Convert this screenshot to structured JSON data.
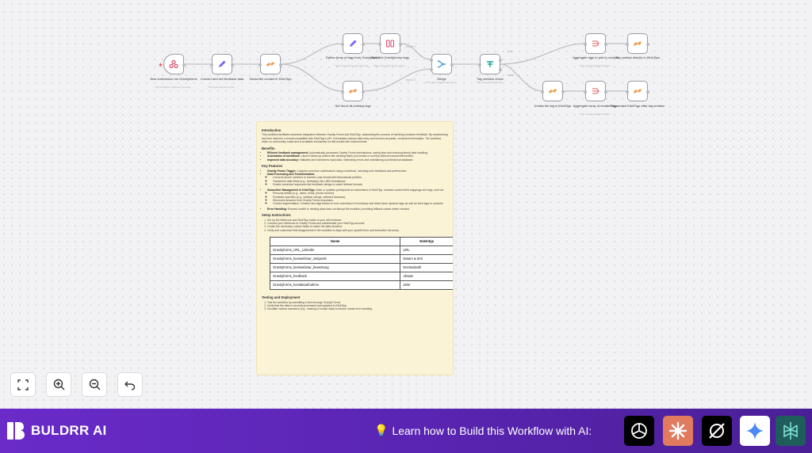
{
  "nodes": [
    {
      "id": "n1",
      "label": "New submission via Gravityforms",
      "sub": "This workflow / webhook receives..."
    },
    {
      "id": "n2",
      "label": "Convert and set feedback data",
      "sub": "This node transforms the..."
    },
    {
      "id": "n3",
      "label": "Subscribe contact in KlickTipp",
      "sub": ""
    },
    {
      "id": "n4",
      "label": "Define Array of tags from Gravityforms",
      "sub": "This node defines tags from the ..."
    },
    {
      "id": "n5",
      "label": "Split Out Gravityforms tags",
      "sub": "This node splits out the entire..."
    },
    {
      "id": "n6",
      "label": "Get list of all existing tags",
      "sub": ""
    },
    {
      "id": "n7",
      "label": "Merge",
      "sub": "This node merges the tags o..."
    },
    {
      "id": "n8",
      "label": "Tag creation check",
      "sub": "This node checks for the..."
    },
    {
      "id": "n9",
      "label": "Aggregate tags to add to contact",
      "sub": "This node aggregates all the..."
    },
    {
      "id": "n10",
      "label": "Tag contact directly in KlickTipp",
      "sub": ""
    },
    {
      "id": "n11",
      "label": "Create the tag in KlickTipp",
      "sub": ""
    },
    {
      "id": "n12",
      "label": "Aggregate array of created tags",
      "sub": "This node aggregates all the..."
    },
    {
      "id": "n13",
      "label": "Tag contact KlickTipp after tag creation",
      "sub": ""
    }
  ],
  "note": {
    "intro_title": "Introduction",
    "intro_text": "This workflow facilitates seamless integration between Gravity Forms and KlickTipp, automating the process of handling customer feedback. By transforming raw form data into a format compatible with KlickTipp's API, it eliminates manual data entry and ensures accurate, consistent information. The workflow relies on community nodes and is available exclusively for self-hosted n8n environments.",
    "benefits_title": "Benefits",
    "benefits": [
      {
        "b": "Efficient feedback management:",
        "t": " Automatically processes Gravity Forms submissions, saving time and ensuring timely data handling."
      },
      {
        "b": "Automation of workflows:",
        "t": " Launch follow-up actions like sending thank-you emails or surveys without manual intervention."
      },
      {
        "b": "Improved data accuracy:",
        "t": " Validates and transforms input data, minimizing errors and maintaining a professional database."
      }
    ],
    "features_title": "Key Features",
    "features": [
      {
        "b": "Gravity Forms Trigger:",
        "t": " Captures new form submissions using a webhook, including user feedback and preferences.",
        "sub": []
      },
      {
        "b": "Data Processing and Transformation:",
        "t": "",
        "sub": [
          "Converts phone numbers to numeric-only format with international prefixes.",
          "Transforms date fields (e.g., birthdays) into UNIX timestamps.",
          "Scales numerical responses like feedback ratings to match defined formats."
        ]
      },
      {
        "b": "Subscriber Management in KlickTipp:",
        "t": " Adds or updates participants as subscribers in KlickTipp. Includes custom field mappings and tags, such as:",
        "sub": [
          "Personal details (e.g., name, email, phone number).",
          "Feedback specifics (e.g., webinar ratings, selected sessions).",
          "Structured answers from Gravity Forms responses.",
          "Contact segmentation: Creates new tags based on form submission if necessary and adds these dynamic tags as well as fixed tags to contacts."
        ]
      },
      {
        "b": "Error Handling:",
        "t": " Ensures invalid or missing data does not disrupt the workflow, providing fallback values where needed.",
        "sub": []
      }
    ],
    "setup_title": "Setup Instructions",
    "setup": [
      "Set up the Webhook and KlickTipp nodes in your n8n instance.",
      "Connect your Webhook to Gravity Forms and authenticate your KlickTipp account.",
      "Create the necessary custom fields to match the data structure.",
      "Verify and customize field assignments in the workflow to align with your specific form and subscriber list setup."
    ],
    "table": {
      "headers": [
        "Name",
        "Datentyp"
      ],
      "rows": [
        [
          "Gravityforms_URL_Linkedin",
          "URL"
        ],
        [
          "Gravityforms_kurswebinar_zeitpunkt",
          "Datum & Zeit"
        ],
        [
          "Gravityforms_kurswebinar_bewertung",
          "Dezimalzahl"
        ],
        [
          "Gravityforms_feedback",
          "Absatz"
        ],
        [
          "Gravityforms_kontaktaufnahme",
          "Zeile"
        ]
      ]
    },
    "testing_title": "Testing and Deployment",
    "testing": [
      "Test the workflow by submitting a form through Gravity Forms.",
      "Verify that the data is correctly processed and updated in KlickTipp.",
      "Simulate various scenarios (e.g., missing or invalid data) to ensure robust error handling."
    ]
  },
  "controls": [
    {
      "name": "fit-view-button",
      "icon": "fullscreen-icon",
      "glyph": "⛶"
    },
    {
      "name": "zoom-in-button",
      "icon": "zoom-in-icon",
      "glyph": "+"
    },
    {
      "name": "zoom-out-button",
      "icon": "zoom-out-icon",
      "glyph": "−"
    },
    {
      "name": "reset-button",
      "icon": "undo-icon",
      "glyph": "↶"
    }
  ],
  "footer": {
    "brand": "BULDRR AI",
    "cta": "Learn how to Build this Workflow with AI:",
    "ai_icons": [
      {
        "name": "chatgpt-icon",
        "bg": "#000000"
      },
      {
        "name": "claude-icon",
        "bg": "#e07b5f"
      },
      {
        "name": "grok-icon",
        "bg": "#000000"
      },
      {
        "name": "gemini-icon",
        "bg": "#ffffff"
      },
      {
        "name": "perplexity-icon",
        "bg": "#1f5c5c"
      }
    ]
  },
  "colors": {
    "footer_purple": "#5a25b3",
    "note_bg": "#fbf3d6",
    "accent_red": "#e65f5f",
    "accent_orange": "#f2994a",
    "accent_violet": "#7b61ff",
    "accent_teal": "#1aa79b"
  }
}
